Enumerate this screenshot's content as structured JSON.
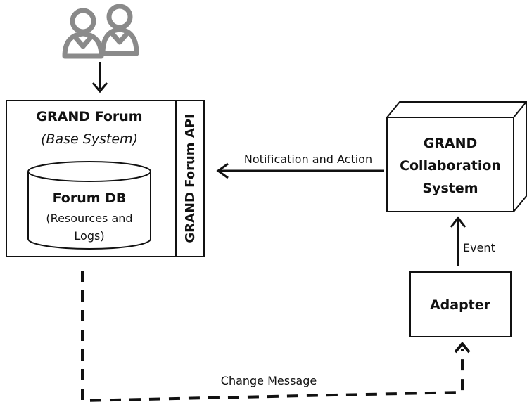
{
  "forum": {
    "title": "GRAND Forum",
    "subtitle": "(Base System)",
    "db_title": "Forum DB",
    "db_detail_line1": "(Resources and",
    "db_detail_line2": "Logs)",
    "api_label": "GRAND Forum API"
  },
  "collaboration": {
    "line1": "GRAND",
    "line2": "Collaboration",
    "line3": "System"
  },
  "adapter": {
    "label": "Adapter"
  },
  "edges": {
    "notification": "Notification and Action",
    "event": "Event",
    "change": "Change Message"
  },
  "icons": {
    "users": "users-icon"
  },
  "colors": {
    "stroke": "#111111",
    "icon": "#8a8a8a",
    "background": "#ffffff"
  }
}
